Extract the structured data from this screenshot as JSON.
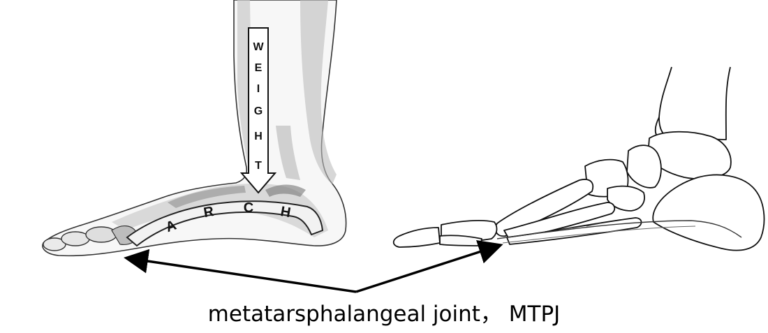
{
  "figure": {
    "weight_letters": [
      "W",
      "E",
      "I",
      "G",
      "H",
      "T"
    ],
    "arch_letters": [
      "A",
      "R",
      "C",
      "H"
    ],
    "caption": "metatarsphalangeal joint， MTPJ",
    "colors": {
      "ink": "#111111",
      "shade": "#9a9a9a",
      "light_shade": "#d6d6d6",
      "background": "#ffffff"
    }
  }
}
